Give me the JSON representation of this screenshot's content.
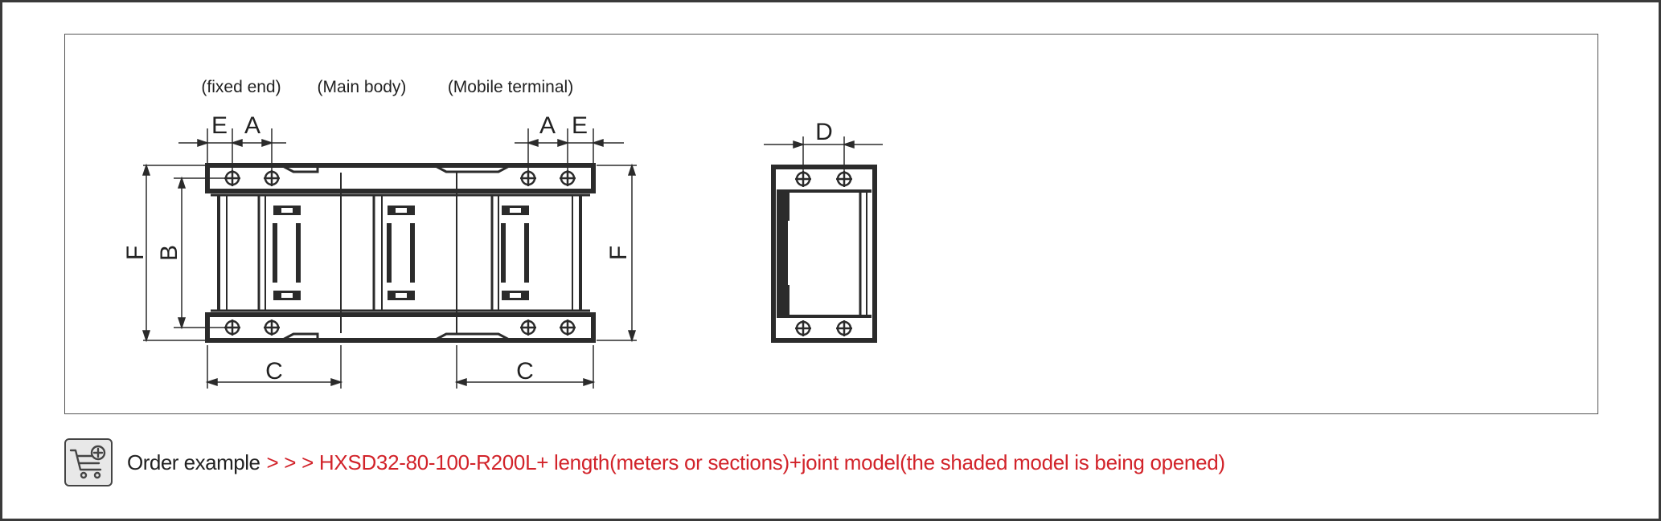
{
  "labels": {
    "fixed_end": "(fixed end)",
    "main_body": "(Main body)",
    "mobile_terminal": "(Mobile terminal)"
  },
  "dims": {
    "E": "E",
    "A": "A",
    "B": "B",
    "C": "C",
    "D": "D",
    "F": "F"
  },
  "order": {
    "label": "Order example",
    "value": "> > > HXSD32-80-100-R200L+ length(meters or sections)+joint model(the shaded model is being opened)"
  },
  "icons": {
    "cart": "shopping-cart-add-icon"
  },
  "colors": {
    "line": "#2b2b2b",
    "accent": "#d2232a"
  }
}
